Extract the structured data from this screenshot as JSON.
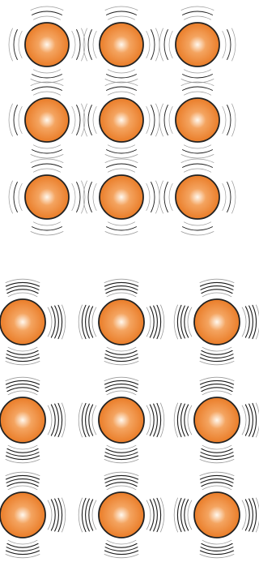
{
  "colors": {
    "background": "#ffffff",
    "sphere_light": "#fff8ee",
    "sphere_mid": "#f4a460",
    "sphere_dark": "#e8761f",
    "sphere_outline": "#222222",
    "wave_light": "#9a9a9a",
    "wave_dark": "#1a1a1a"
  },
  "icons": {
    "sphere": "particle-sphere-icon",
    "vibration": "vibration-arcs-icon"
  },
  "lattices": [
    {
      "name": "low-energy-lattice",
      "rows": 3,
      "cols": 3,
      "vibration_intensity": "weak",
      "arcs_per_side": 3
    },
    {
      "name": "high-energy-lattice",
      "rows": 3,
      "cols": 3,
      "vibration_intensity": "strong",
      "arcs_per_side": 5
    }
  ]
}
